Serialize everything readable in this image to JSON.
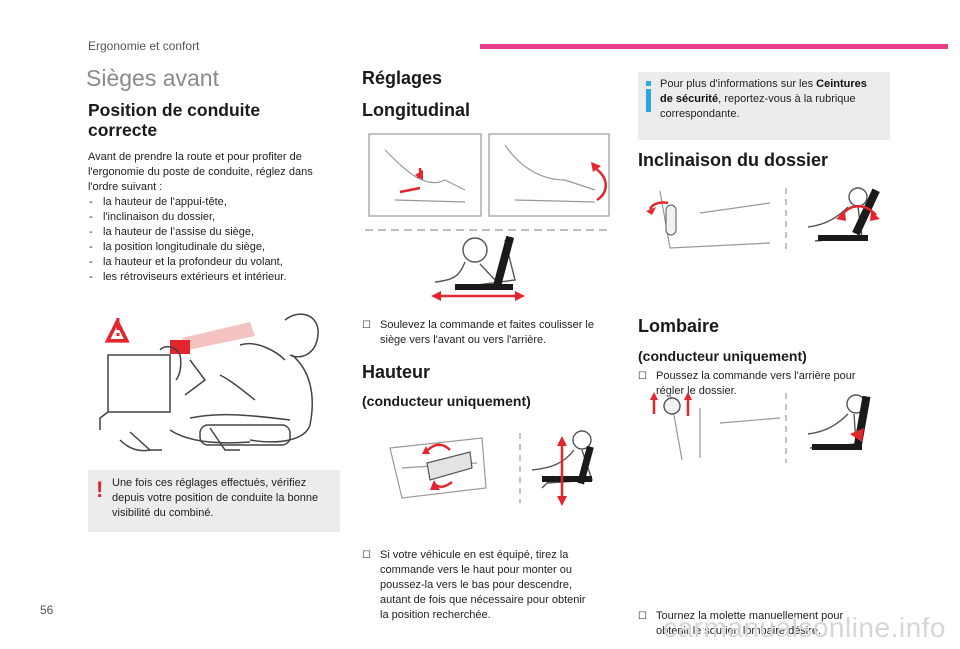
{
  "header": {
    "section": "Ergonomie et confort",
    "accent_color": "#e93d8a"
  },
  "page_title": "Sièges avant",
  "col1": {
    "heading_line1": "Position de conduite",
    "heading_line2": "correcte",
    "intro": [
      "Avant de prendre la route et pour profiter de",
      "l'ergonomie du poste de conduite, réglez dans",
      "l'ordre suivant :"
    ],
    "items": [
      "la hauteur de l'appui-tête,",
      "l'inclinaison du dossier,",
      "la hauteur de l’assise du siège,",
      "la position longitudinale du siège,",
      "la hauteur et la profondeur du volant,",
      "les rétroviseurs extérieurs et intérieur."
    ],
    "warning_lines": [
      "Une fois ces réglages effectués, vérifiez",
      "depuis votre position de conduite la bonne",
      "visibilité du combiné."
    ]
  },
  "col2": {
    "reglages": "Réglages",
    "longitudinal": "Longitudinal",
    "long_bullet": [
      "Soulevez la commande et faites coulisser le",
      "siège vers l'avant ou vers l'arrière."
    ],
    "hauteur": "Hauteur",
    "hauteur_sub": "(conducteur uniquement)",
    "hauteur_bullet": [
      "Si votre véhicule en est équipé, tirez la",
      "commande vers le haut pour monter ou",
      "poussez-la vers le bas pour descendre,",
      "autant de fois que nécessaire pour obtenir",
      "la position recherchée."
    ]
  },
  "col3": {
    "info_pre": "Pour plus d'informations sur les ",
    "info_bold1": "Ceintures",
    "info_bold2": "de sécurité",
    "info_post": ", reportez-vous à la rubrique",
    "info_line3": "correspondante.",
    "inclinaison": "Inclinaison du dossier",
    "incl_bullet": [
      "Poussez la commande vers l'arrière pour",
      "régler le dossier."
    ],
    "lombaire": "Lombaire",
    "lombaire_sub": "(conducteur uniquement)",
    "lomb_bullet": [
      "Tournez la molette manuellement pour",
      "obtenir le soutien lombaire désiré."
    ]
  },
  "footer": {
    "page_number": "56",
    "watermark": "carmanualsonline.info"
  },
  "colors": {
    "warning": "#e3262e",
    "info": "#27a8e0",
    "note_bg": "#ececec"
  },
  "icons": [
    "warning-triangle-icon",
    "exclamation-icon",
    "info-icon",
    "checkbox-bullet-icon"
  ]
}
